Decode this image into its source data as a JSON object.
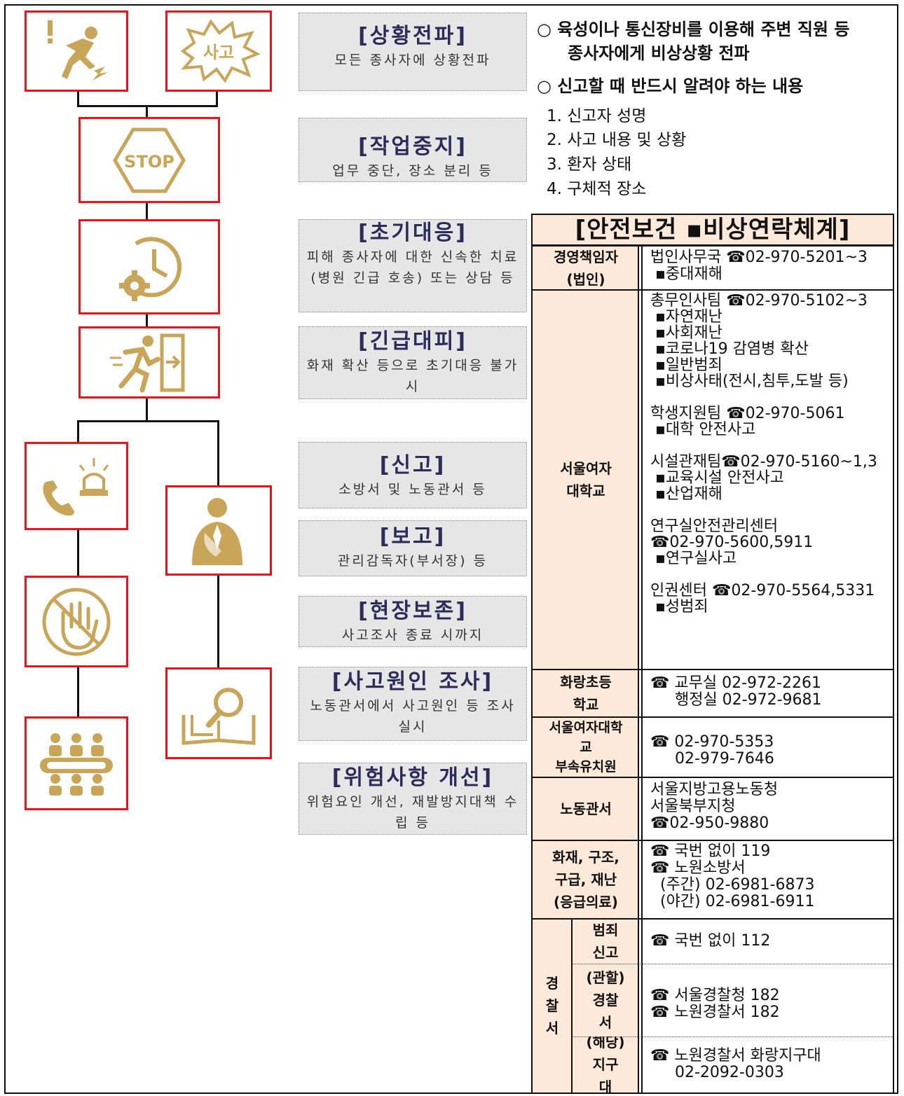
{
  "steps": [
    {
      "title": "[상황전파]",
      "desc": "모든 종사자에 상황전파"
    },
    {
      "title": "[작업중지]",
      "desc": "업무 중단, 장소 분리 등"
    },
    {
      "title": "[초기대응]",
      "desc": "피해 종사자에 대한 신속한 치료(병원 긴급 호송) 또는 상담 등"
    },
    {
      "title": "[긴급대피]",
      "desc": "화재 확산 등으로 초기대응 불가 시"
    },
    {
      "title": "[신고]",
      "desc": "소방서 및 노동관서 등"
    },
    {
      "title": "[보고]",
      "desc": "관리감독자(부서장) 등"
    },
    {
      "title": "[현장보존]",
      "desc": "사고조사 종료 시까지"
    },
    {
      "title": "[사고원인 조사]",
      "desc": "노동관서에서 사고원인 등 조사 실시"
    },
    {
      "title": "[위험사항 개선]",
      "desc": "위험요인 개선, 재발방지대책 수립 등"
    }
  ],
  "icons": [
    {
      "name": "fall-hazard-icon"
    },
    {
      "name": "accident-burst-icon",
      "label": "사고"
    },
    {
      "name": "stop-sign-icon",
      "label": "STOP"
    },
    {
      "name": "clock-gear-icon"
    },
    {
      "name": "emergency-exit-icon"
    },
    {
      "name": "phone-siren-icon"
    },
    {
      "name": "supervisor-report-icon"
    },
    {
      "name": "no-touch-icon"
    },
    {
      "name": "investigation-icon"
    },
    {
      "name": "meeting-group-icon"
    }
  ],
  "notes": {
    "note1_line1": "○  육성이나 통신장비를 이용해 주변 직원 등",
    "note1_line2": "종사자에게 비상상황 전파",
    "note2": "○  신고할 때 반드시 알려야 하는 내용",
    "items": [
      "1. 신고자 성명",
      "2. 사고 내용 및 상황",
      "3. 환자 상태",
      "4. 구체적 장소"
    ]
  },
  "table": {
    "title": "[안전보건 ▪비상연락체계]",
    "rows": {
      "ceo_label": "경영책임자\n(법인)",
      "ceo_val": "법인사무국 ☎02-970-5201~3\n ▪중대재해",
      "univ_label": "서울여자\n대학교",
      "univ_val": "총무인사팀 ☎02-970-5102~3\n ▪자연재난\n ▪사회재난\n ▪코로나19 감염병 확산\n ▪일반범죄\n ▪비상사태(전시,침투,도발 등)\n\n학생지원팀 ☎02-970-5061\n ▪대학 안전사고\n\n시설관재팀☎02-970-5160~1,3\n ▪교육시설 안전사고\n ▪산업재해\n\n연구실안전관리센터\n☎02-970-5600,5911\n ▪연구실사고\n\n인권센터 ☎02-970-5564,5331\n ▪성범죄",
      "elem_label": "화랑초등\n학교",
      "elem_val": "☎ 교무실 02-972-2261\n     행정실 02-972-9681",
      "kinder_label": "서울여자대학\n교\n부속유치원",
      "kinder_val": "☎ 02-970-5353\n     02-979-7646",
      "labor_label": "노동관서",
      "labor_val": "서울지방고용노동청\n서울북부지청\n☎02-950-9880",
      "fire_label": "화재, 구조,\n구급, 재난\n(응급의료)",
      "fire_val": "☎ 국번 없이 119\n☎ 노원소방서\n  (주간) 02-6981-6873\n  (야간) 02-6981-6911",
      "police_label": "경\n찰\n서",
      "crime_label": "범죄\n신고",
      "crime_val": "☎ 국번 없이 112",
      "station_label": "(관할)\n경찰\n서",
      "station_val": "☎ 서울경찰청 182\n☎ 노원경찰서 182",
      "local_label": "(해당)\n지구\n대",
      "local_val": "☎ 노원경찰서 화랑지구대\n     02-2092-0303"
    }
  },
  "colors": {
    "accent_red": "#e8141c",
    "icon_gold": "#c9a55a",
    "table_header": "#fde9d9",
    "step_bg": "#e6e6e6"
  }
}
